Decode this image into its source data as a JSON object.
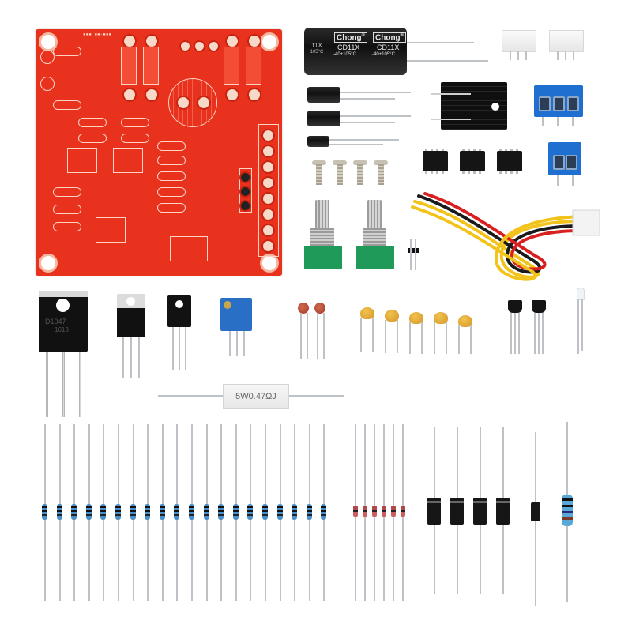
{
  "scene": {
    "description": "DIY adjustable DC power supply electronics kit laid out on white background",
    "background_color": "#ffffff"
  },
  "pcb": {
    "label": "Bare red printed circuit board",
    "color": "#e8321d"
  },
  "capacitor_large": {
    "brand": "Chong",
    "brand_mark": "®",
    "model": "CD11X",
    "temp_rating": "-40+105°C",
    "partial_left_model": "11X",
    "partial_left_temp": "105°C"
  },
  "power_resistor": {
    "marking": "5W0.47ΩJ"
  },
  "transistor_large": {
    "marking_line1": "D1047",
    "marking_line2": "1613"
  },
  "components": [
    {
      "name": "connector-housings",
      "count": 2
    },
    {
      "name": "small-electrolytic-capacitors",
      "count": 3
    },
    {
      "name": "heatsink",
      "count": 1
    },
    {
      "name": "blue-screw-terminal-3pin",
      "count": 1
    },
    {
      "name": "blue-screw-terminal-2pin",
      "count": 1
    },
    {
      "name": "screws",
      "count": 4
    },
    {
      "name": "dip8-ics",
      "count": 3
    },
    {
      "name": "potentiometers",
      "count": 2
    },
    {
      "name": "pin-header",
      "count": 1
    },
    {
      "name": "wire-harness",
      "count": 1
    },
    {
      "name": "to3p-transistor",
      "count": 1
    },
    {
      "name": "to220-regulator",
      "count": 1
    },
    {
      "name": "to126-transistor",
      "count": 1
    },
    {
      "name": "trimmer-potentiometer",
      "count": 1
    },
    {
      "name": "ceramic-disc-capacitors",
      "count": 2
    },
    {
      "name": "monolithic-capacitors",
      "count": 5
    },
    {
      "name": "to92-transistors",
      "count": 2
    },
    {
      "name": "led",
      "count": 1
    },
    {
      "name": "power-resistor",
      "count": 1
    },
    {
      "name": "metal-film-resistors",
      "count": 20
    },
    {
      "name": "zener-diodes",
      "count": 6
    },
    {
      "name": "rectifier-diodes",
      "count": 4
    },
    {
      "name": "small-diode",
      "count": 1
    },
    {
      "name": "large-resistor",
      "count": 1
    }
  ]
}
